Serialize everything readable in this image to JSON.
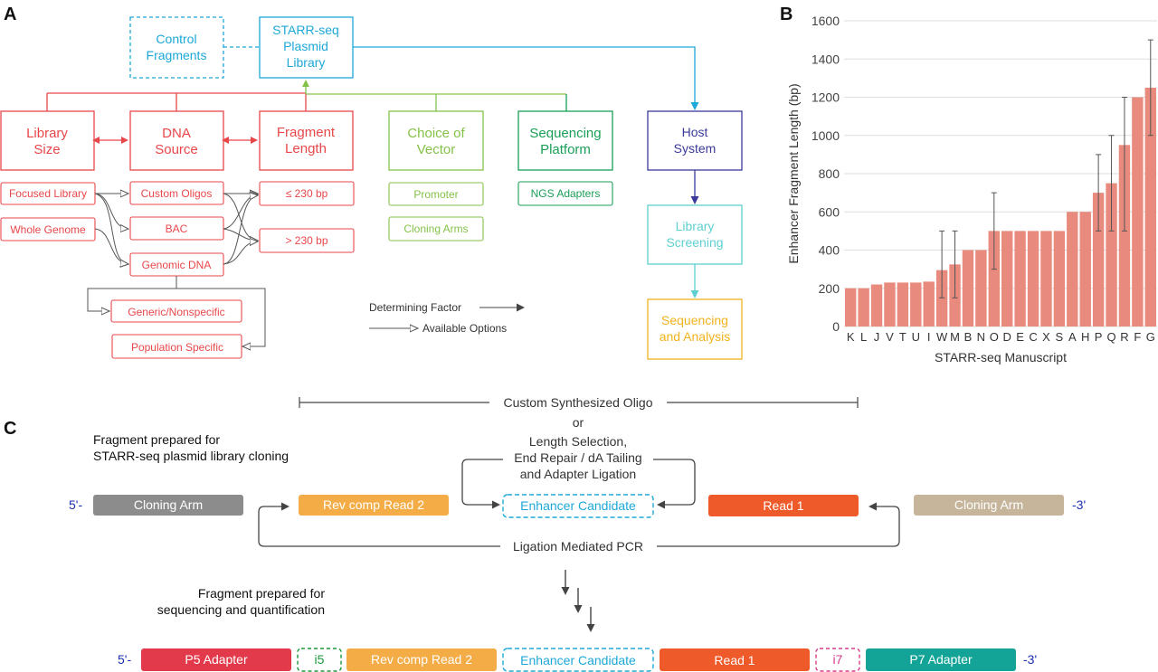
{
  "panels": {
    "a": "A",
    "b": "B",
    "c": "C"
  },
  "colors": {
    "red": "#e8474a",
    "cyan": "#1ea8d8",
    "lightgreen": "#86c24a",
    "green": "#1b9e58",
    "navy": "#3a3a9a",
    "teal": "#5fcfcf",
    "gold": "#f2b21d",
    "bar": "#e88a7d",
    "grey": "#8c8c8c",
    "tan": "#c6b59a",
    "orangeYellow": "#f4ac46",
    "orangeRed": "#ef5a2a",
    "p5": "#e33a4b",
    "p7": "#14a497",
    "i5": "#1a9a3a",
    "i7": "#d83b8c",
    "blueText": "#1c2fae"
  },
  "flow": {
    "control_fragments": [
      "Control",
      "Fragments"
    ],
    "plasmid_library": [
      "STARR-seq",
      "Plasmid",
      "Library"
    ],
    "library_size": [
      "Library",
      "Size"
    ],
    "dna_source": [
      "DNA",
      "Source"
    ],
    "fragment_length": [
      "Fragment",
      "Length"
    ],
    "choice_vector": [
      "Choice of",
      "Vector"
    ],
    "sequencing_platform": [
      "Sequencing",
      "Platform"
    ],
    "host_system": [
      "Host",
      "System"
    ],
    "library_screening": [
      "Library",
      "Screening"
    ],
    "sequencing_analysis": [
      "Sequencing",
      "and Analysis"
    ],
    "focused_library": "Focused Library",
    "whole_genome": "Whole Genome",
    "custom_oligos": "Custom Oligos",
    "bac": "BAC",
    "genomic_dna": "Genomic DNA",
    "le_230": "≤ 230 bp",
    "gt_230": "> 230 bp",
    "promoter": "Promoter",
    "cloning_arms": "Cloning Arms",
    "ngs_adapters": "NGS Adapters",
    "generic": "Generic/Nonspecific",
    "population": "Population Specific",
    "legend_determining": "Determining Factor",
    "legend_available": "Available Options"
  },
  "chart_data": {
    "type": "bar",
    "categories": [
      "K",
      "L",
      "J",
      "V",
      "T",
      "U",
      "I",
      "W",
      "M",
      "B",
      "N",
      "O",
      "D",
      "E",
      "C",
      "X",
      "S",
      "A",
      "H",
      "P",
      "Q",
      "R",
      "F",
      "G"
    ],
    "values": [
      200,
      200,
      220,
      230,
      230,
      230,
      235,
      295,
      325,
      400,
      400,
      500,
      500,
      500,
      500,
      500,
      500,
      600,
      600,
      700,
      750,
      950,
      1200,
      1250
    ],
    "error_ranges": [
      null,
      null,
      null,
      null,
      null,
      null,
      null,
      [
        150,
        500
      ],
      [
        150,
        500
      ],
      null,
      null,
      [
        300,
        700
      ],
      null,
      null,
      null,
      null,
      null,
      null,
      null,
      [
        500,
        900
      ],
      [
        500,
        1000
      ],
      [
        500,
        1200
      ],
      null,
      [
        1000,
        1500
      ]
    ],
    "xlabel": "STARR-seq Manuscript",
    "ylabel": "Enhancer Fragment Length (bp)",
    "ylim": [
      0,
      1600
    ],
    "yticks": [
      0,
      200,
      400,
      600,
      800,
      1000,
      1200,
      1400,
      1600
    ],
    "grid": true
  },
  "construct": {
    "custom_oligo": "Custom Synthesized Oligo",
    "or": "or",
    "length_selection": [
      "Length Selection,",
      "End Repair / dA Tailing",
      "and Adapter Ligation"
    ],
    "fragment_prepared_cloning": [
      "Fragment prepared for",
      "STARR-seq plasmid library cloning"
    ],
    "five_prime": "5'-",
    "three_prime": "-3'",
    "cloning_arm": "Cloning Arm",
    "rev_comp_read2": "Rev comp Read 2",
    "enhancer_candidate": "Enhancer Candidate",
    "read1": "Read 1",
    "ligation_pcr": "Ligation Mediated PCR",
    "fragment_prepared_seq": [
      "Fragment prepared for",
      "sequencing and quantification"
    ],
    "p5_adapter": "P5 Adapter",
    "i5": "i5",
    "i7": "i7",
    "p7_adapter": "P7 Adapter"
  }
}
